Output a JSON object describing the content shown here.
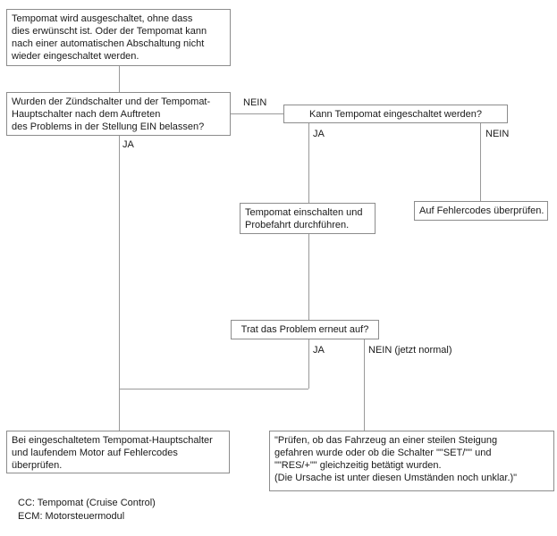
{
  "flowchart": {
    "nodes": {
      "problem": {
        "lines": [
          "Tempomat wird ausgeschaltet, ohne dass",
          "dies erwünscht ist. Oder der Tempomat kann",
          "nach einer automatischen Abschaltung nicht",
          "wieder eingeschaltet werden."
        ]
      },
      "question_switches": {
        "lines": [
          "Wurden der Zündschalter und der Tempomat-",
          "Hauptschalter nach dem Auftreten",
          "des Problems in der Stellung EIN belassen?"
        ]
      },
      "question_engage": {
        "text": "Kann Tempomat eingeschaltet werden?"
      },
      "action_testdrive": {
        "lines": [
          "Tempomat einschalten und",
          "Probefahrt durchführen."
        ]
      },
      "action_check_codes": {
        "text": "Auf Fehlercodes überprüfen."
      },
      "question_recur": {
        "text": "Trat das Problem erneut auf?"
      },
      "action_codes_engine_running": {
        "lines": [
          "Bei eingeschaltetem Tempomat-Hauptschalter",
          "und laufendem Motor auf Fehlercodes",
          "überprüfen."
        ]
      },
      "action_check_slope": {
        "lines": [
          "\"Prüfen, ob das Fahrzeug an einer steilen Steigung",
          "gefahren wurde oder ob die Schalter \"\"SET/\"\" und",
          "\"\"RES/+\"\" gleichzeitig betätigt wurden.",
          "(Die Ursache ist unter diesen Umständen noch unklar.)\""
        ]
      }
    },
    "edge_labels": {
      "nein_switches": "NEIN",
      "ja_switches": "JA",
      "ja_engage": "JA",
      "nein_engage": "NEIN",
      "ja_recur": "JA",
      "nein_recur": "NEIN (jetzt normal)"
    },
    "legend": {
      "cc": "CC: Tempomat (Cruise Control)",
      "ecm": "ECM: Motorsteuermodul"
    },
    "colors": {
      "line": "#999999",
      "border": "#8c8c8c",
      "text": "#1a1a1a",
      "background": "#ffffff"
    }
  }
}
